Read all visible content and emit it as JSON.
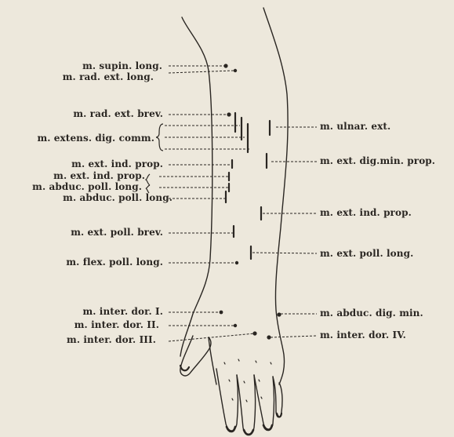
{
  "figure": {
    "left_labels": [
      "m. supin. long.",
      "m. rad. ext. long.",
      "m. rad. ext. brev.",
      "m. extens. dig. comm.",
      "m. ext. ind. prop.",
      "m. ext. ind. prop.",
      "m. abduc. poll. long.",
      "m. abduc. poll. long.",
      "m. ext. poll. brev.",
      "m. flex. poll. long.",
      "m. inter. dor. I.",
      "m. inter. dor. II.",
      "m. inter. dor. III."
    ],
    "right_labels": [
      "m. ulnar. ext.",
      "m. ext. dig.min. prop.",
      "m. ext. ind. prop.",
      "m. ext. poll. long.",
      "m. abduc. dig. min.",
      "m. inter. dor. IV."
    ]
  },
  "colors": {
    "paper": "#ede8dc",
    "ink": "#2a2622"
  }
}
